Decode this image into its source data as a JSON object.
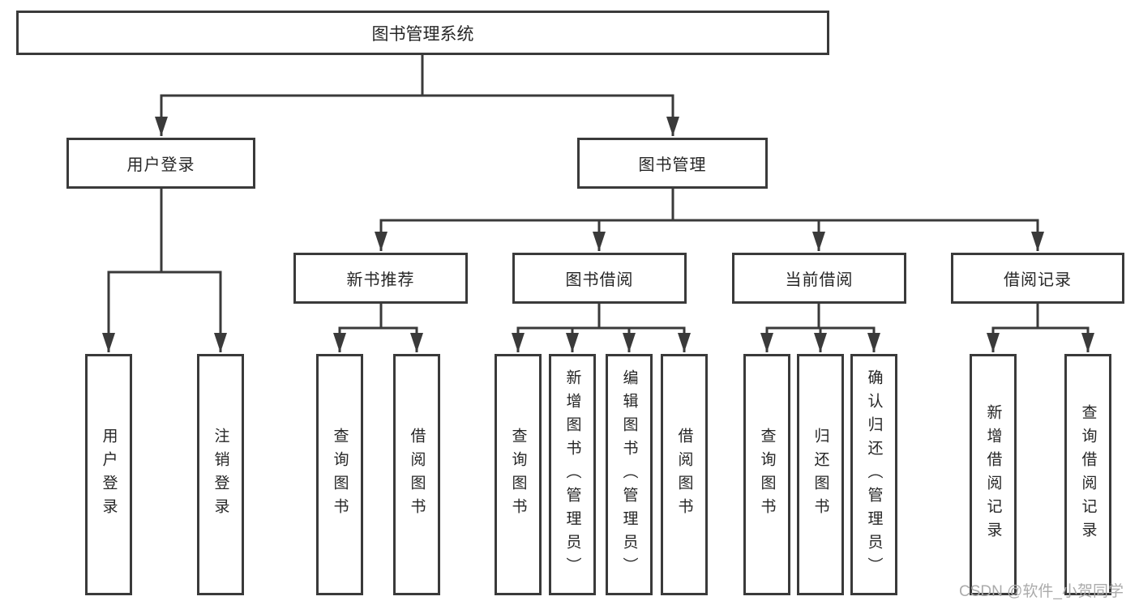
{
  "tree": {
    "root": {
      "label": "图书管理系统",
      "children": [
        {
          "label": "用户登录",
          "children": [
            {
              "label": "用户登录"
            },
            {
              "label": "注销登录"
            }
          ]
        },
        {
          "label": "图书管理",
          "children": [
            {
              "label": "新书推荐",
              "children": [
                {
                  "label": "查询图书"
                },
                {
                  "label": "借阅图书"
                }
              ]
            },
            {
              "label": "图书借阅",
              "children": [
                {
                  "label": "查询图书"
                },
                {
                  "label": "新增图书（管理员）"
                },
                {
                  "label": "编辑图书（管理员）"
                },
                {
                  "label": "借阅图书"
                }
              ]
            },
            {
              "label": "当前借阅",
              "children": [
                {
                  "label": "查询图书"
                },
                {
                  "label": "归还图书"
                },
                {
                  "label": "确认归还（管理员）"
                }
              ]
            },
            {
              "label": "借阅记录",
              "children": [
                {
                  "label": "新增借阅记录"
                },
                {
                  "label": "查询借阅记录"
                }
              ]
            }
          ]
        }
      ]
    }
  },
  "watermark": {
    "text": "CSDN @软件_小贺同学"
  },
  "colors": {
    "line": "#3a3a3a",
    "text": "#262626",
    "watermark": "#ababab"
  }
}
